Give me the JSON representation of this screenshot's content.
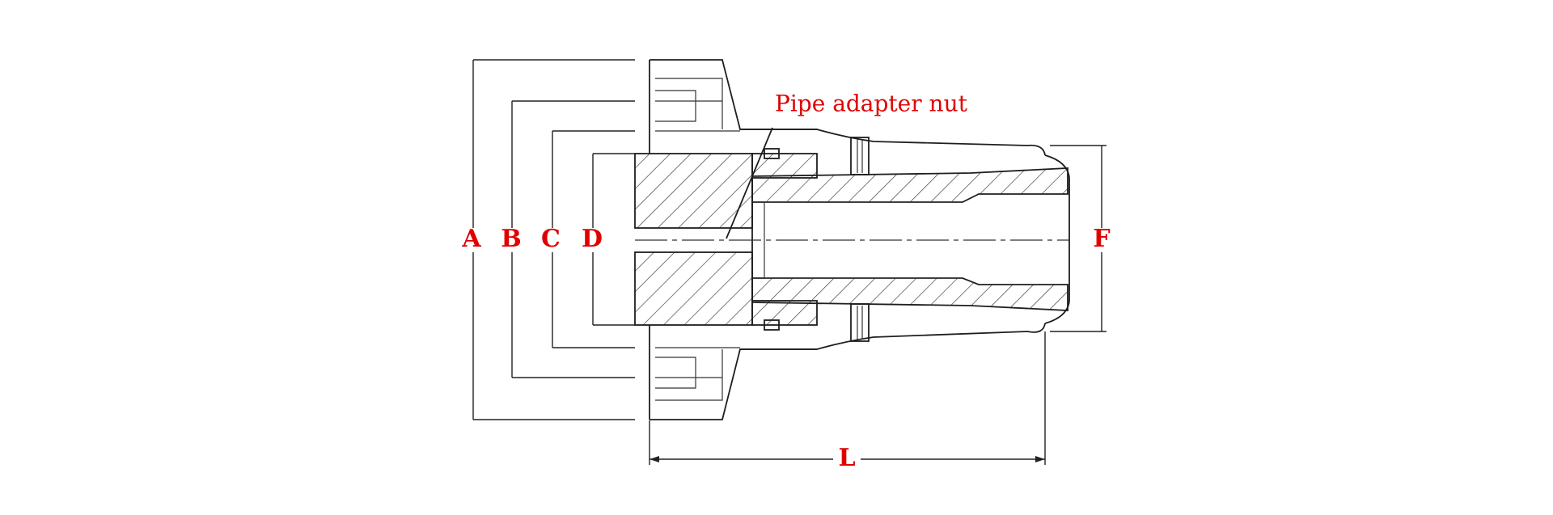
{
  "labels": {
    "A": "A",
    "B": "B",
    "C": "C",
    "D": "D",
    "F": "F",
    "L": "L"
  },
  "callout": "Pipe adapter nut",
  "colors": {
    "label": "#e00000",
    "line": "#1e1e1e",
    "background": "#ffffff"
  }
}
